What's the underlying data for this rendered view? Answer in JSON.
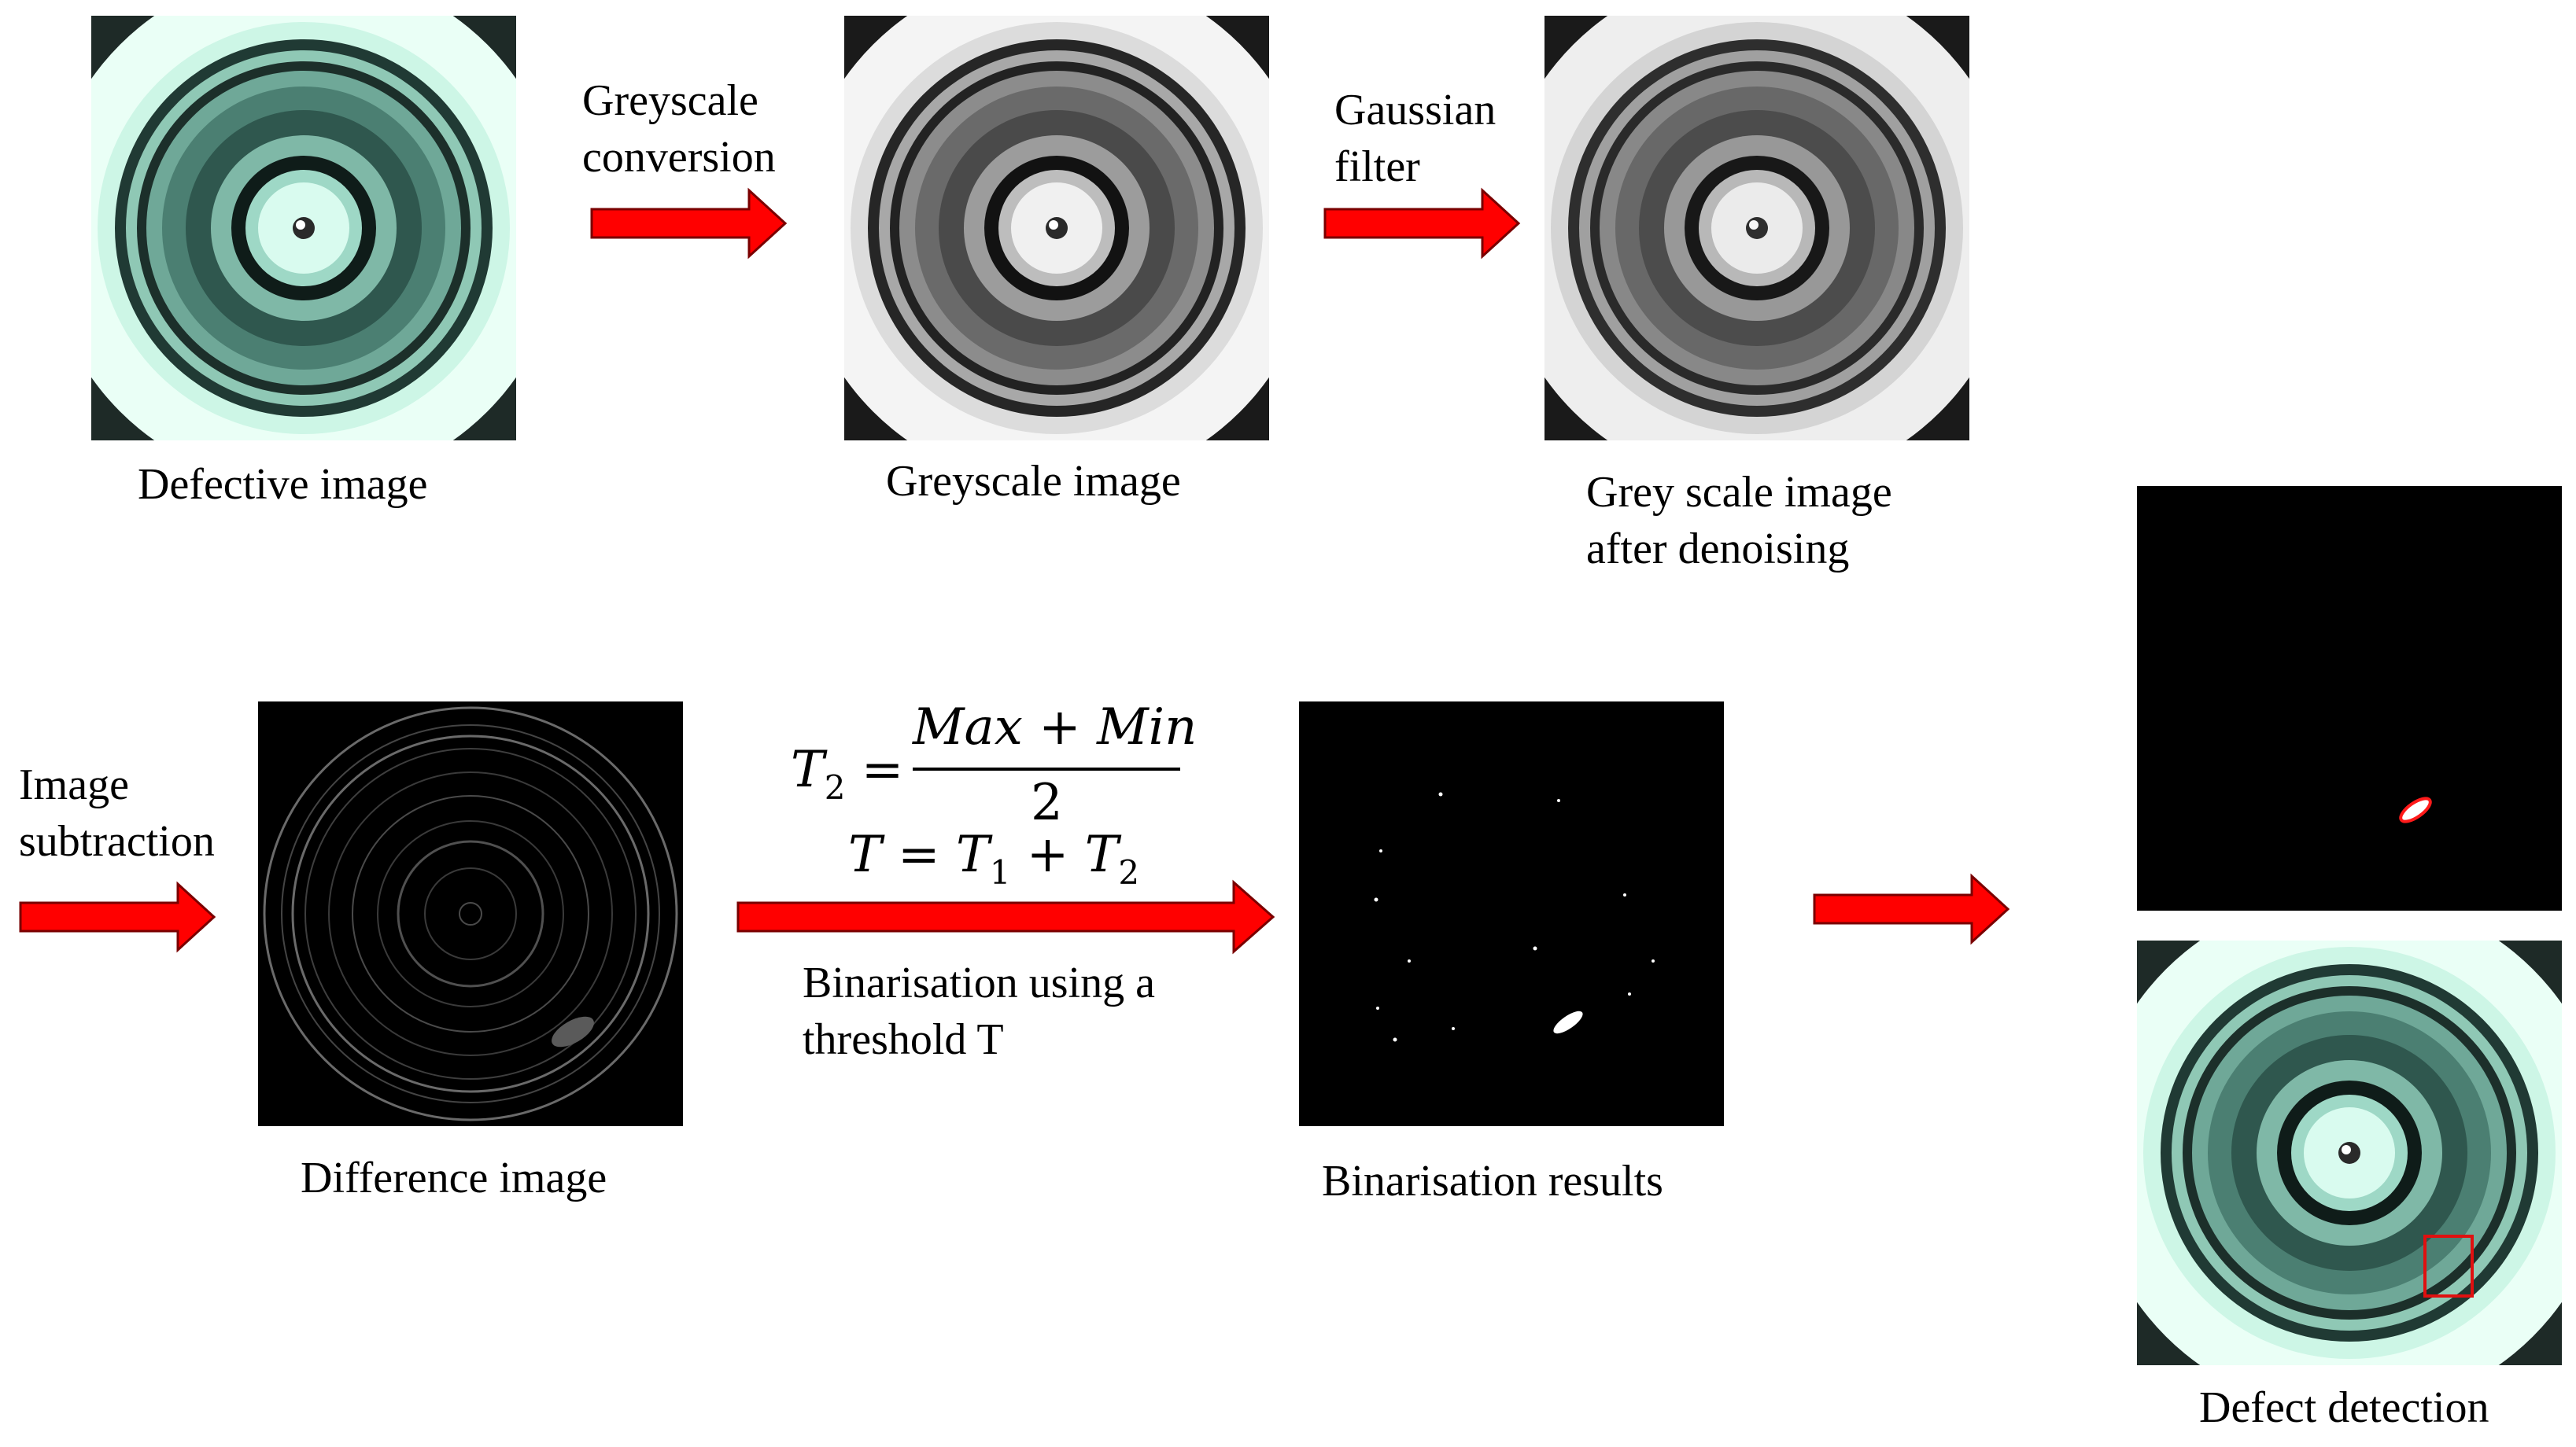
{
  "colors": {
    "arrow_fill": "#ff0000",
    "arrow_stroke": "#7a0000",
    "detection_box": "#e01010",
    "teal_tint": "#bdf3df"
  },
  "captions": {
    "defective": "Defective image",
    "greyscale": "Greyscale image",
    "denoised_1": "Grey scale image",
    "denoised_2": "after denoising",
    "difference": "Difference image",
    "binarisation": "Binarisation results",
    "detection": "Defect detection"
  },
  "steps": {
    "greyscale_1": "Greyscale",
    "greyscale_2": "conversion",
    "gaussian_1": "Gaussian",
    "gaussian_2": "filter",
    "subtraction_1": "Image",
    "subtraction_2": "subtraction",
    "binarise_1": "Binarisation using a",
    "binarise_2": "threshold T"
  },
  "formula": {
    "t2_var": "T",
    "t2_sub": "2",
    "equals": "=",
    "numerator": "Max + Min",
    "denominator": "2",
    "t_var": "T",
    "t_eq": "=",
    "t1_var": "T",
    "t1_sub": "1",
    "plus": "+",
    "t2b_var": "T",
    "t2b_sub": "2"
  },
  "icons": [
    "process-arrow-icon",
    "lens-photo",
    "detection-box"
  ]
}
